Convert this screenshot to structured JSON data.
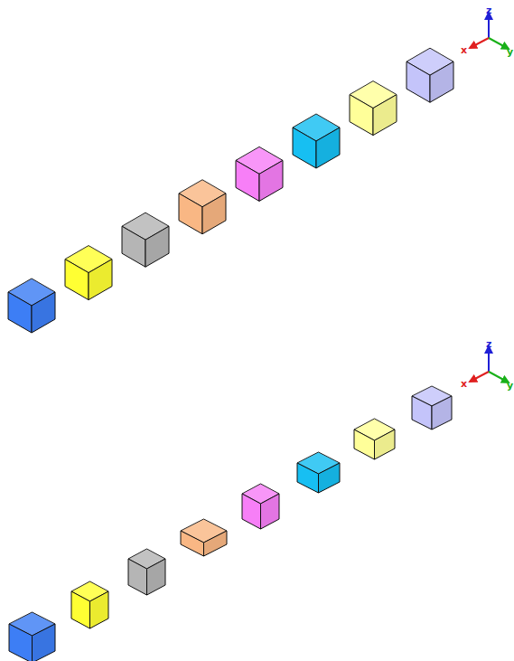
{
  "diagram": {
    "labels": [
      "z",
      "x",
      "y",
      "z",
      "x",
      "y"
    ]
  }
}
